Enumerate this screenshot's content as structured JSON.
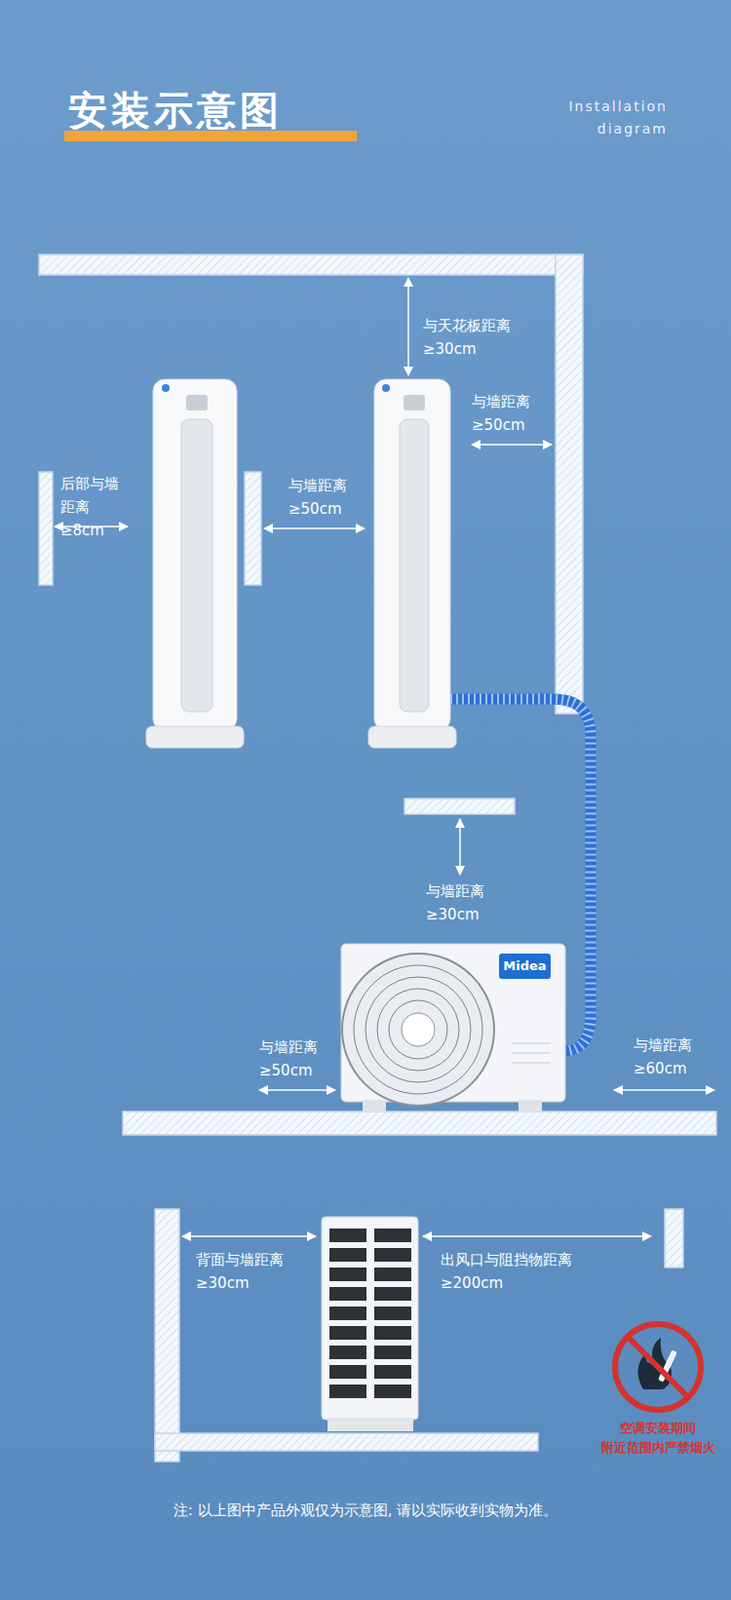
{
  "diagram": {
    "title": "安装示意图",
    "caption": "注: 以上图中产品外观仅为示意图, 请以实际收到实物为准。",
    "labels": [
      "Installation diagram",
      "与天花板距离 ≥30cm",
      "与墙距离 ≥50cm",
      "后部与墙 距离≥8cm",
      "与墙距离 ≥50cm",
      "与墙距离 ≥30cm",
      "Midea",
      "与墙距离 ≥50cm",
      "与墙距离 ≥60cm",
      "背面与墙距离 ≥30cm",
      "出风口与阻挡物距离 ≥200cm",
      "空调安装期间 附近范围内严禁烟火"
    ]
  }
}
